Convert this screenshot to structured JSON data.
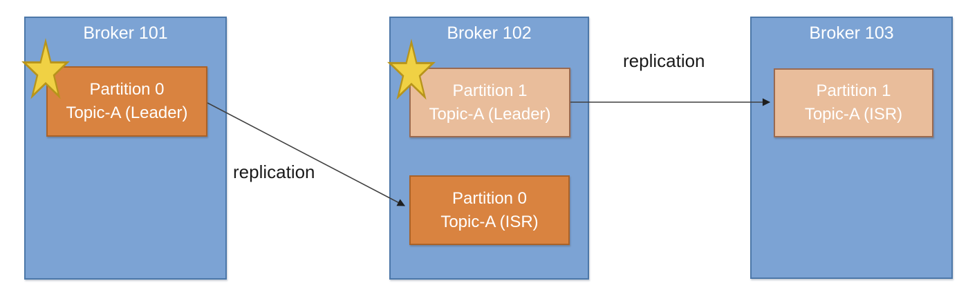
{
  "diagram": {
    "brokers": [
      {
        "title": "Broker 101",
        "partitions": [
          {
            "line1": "Partition 0",
            "line2": "Topic-A (Leader)",
            "role": "leader",
            "color_variant": "orange",
            "starred": true
          }
        ]
      },
      {
        "title": "Broker 102",
        "partitions": [
          {
            "line1": "Partition 1",
            "line2": "Topic-A (Leader)",
            "role": "leader",
            "color_variant": "tan",
            "starred": true
          },
          {
            "line1": "Partition 0",
            "line2": "Topic-A (ISR)",
            "role": "isr",
            "color_variant": "orange",
            "starred": false
          }
        ]
      },
      {
        "title": "Broker 103",
        "partitions": [
          {
            "line1": "Partition 1",
            "line2": "Topic-A (ISR)",
            "role": "isr",
            "color_variant": "tan",
            "starred": false
          }
        ]
      }
    ],
    "arrows": [
      {
        "label": "replication",
        "from": "Broker 101 / Partition 0 Topic-A (Leader)",
        "to": "Broker 102 / Partition 0 Topic-A (ISR)"
      },
      {
        "label": "replication",
        "from": "Broker 102 / Partition 1 Topic-A (Leader)",
        "to": "Broker 103 / Partition 1 Topic-A (ISR)"
      }
    ],
    "colors": {
      "canvas-bg": "#FFFFFF",
      "broker-fill": "#7CA3D4",
      "broker-border": "#4C77A8",
      "leader-orange-fill": "#D98340",
      "leader-orange-border": "#A96228",
      "replica-tan-fill": "#E9BD9B",
      "replica-tan-border": "#9A6A50",
      "star-fill": "#F0D144",
      "star-border": "#B7941B",
      "arrow-line": "#3F3F3F",
      "arrow-head": "#1F1F1F",
      "title-text": "#FFFFFF",
      "label-text": "#1A1A1A"
    }
  }
}
